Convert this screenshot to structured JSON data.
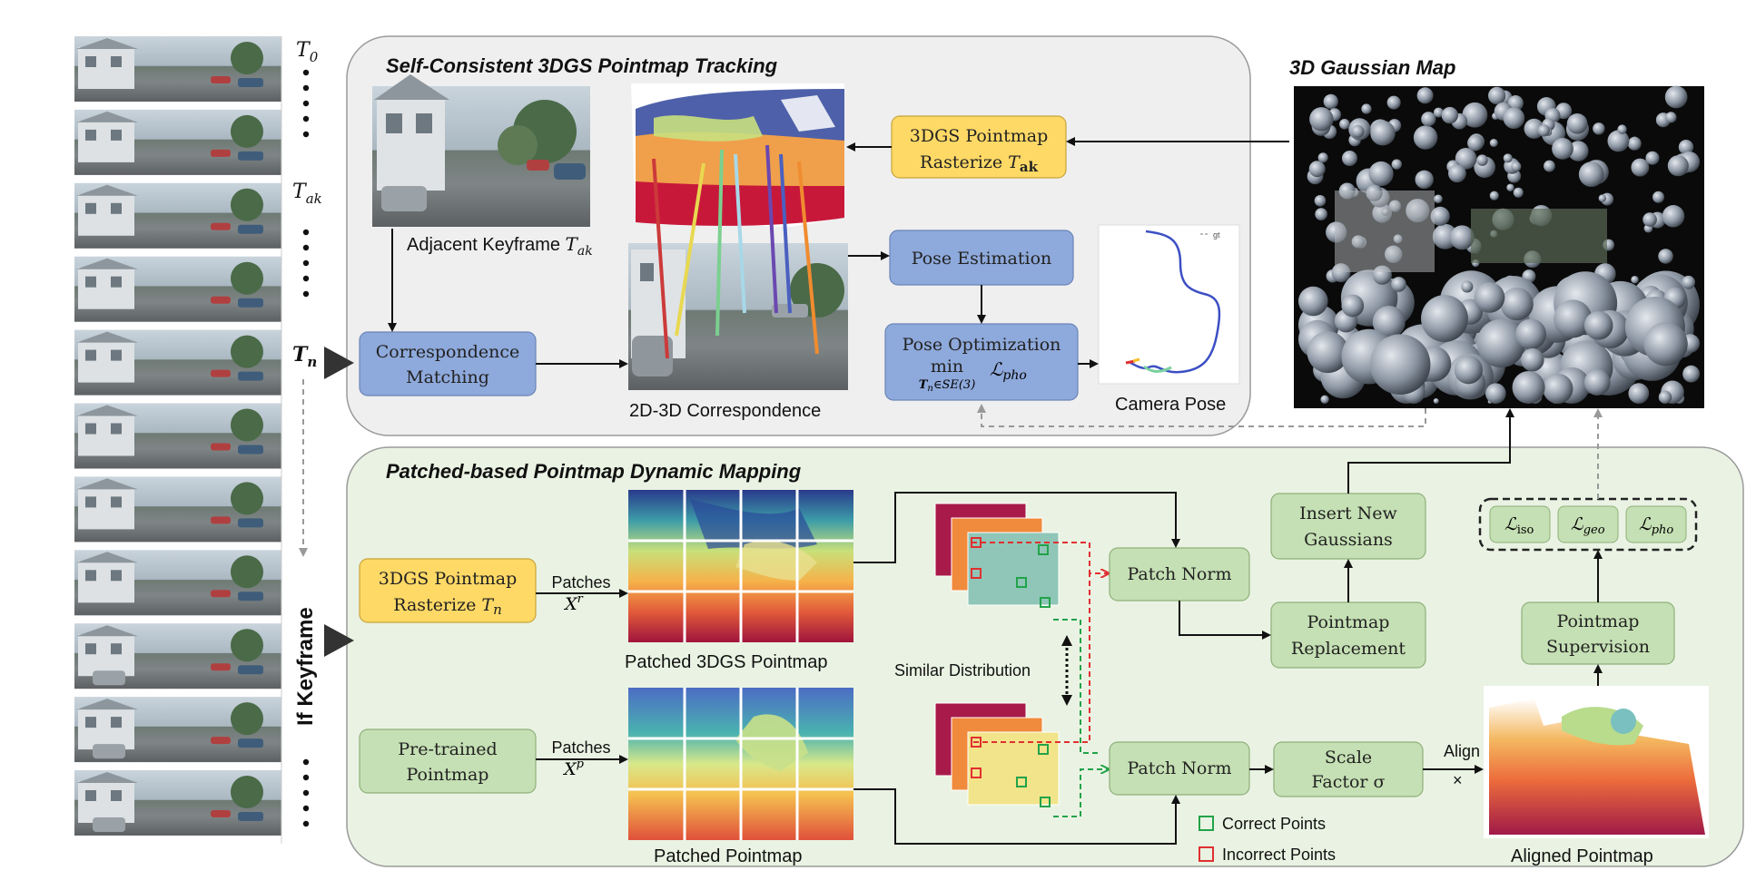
{
  "sections": {
    "tracking_title": "Self-Consistent 3DGS Pointmap Tracking",
    "mapping_title": "Patched-based Pointmap Dynamic Mapping",
    "gaussian_map_title": "3D Gaussian Map"
  },
  "frames": {
    "t0": "T",
    "t0_sub": "0",
    "tak": "T",
    "tak_sub": "ak",
    "tn": "T",
    "tn_sub": "n",
    "if_keyframe": "If  Keyframe"
  },
  "tracking": {
    "adjacent_keyframe": "Adjacent Keyframe ",
    "adjacent_keyframe_sym": "T",
    "adjacent_keyframe_sub": "ak",
    "rasterize_line1": "3DGS Pointmap",
    "rasterize_line2": "Rasterize ",
    "rasterize_sym": "T",
    "rasterize_sub": "ak",
    "correspondence_line1": "Correspondence",
    "correspondence_line2": "Matching",
    "correspondence_caption": "2D-3D Correspondence",
    "pose_estimation": "Pose Estimation",
    "pose_opt_line1": "Pose Optimization",
    "pose_opt_min": "min",
    "pose_opt_sub": "T",
    "pose_opt_sub2": "n",
    "pose_opt_sub3": "∈SE(3)",
    "pose_opt_loss": "ℒ",
    "pose_opt_loss_sub": "pho",
    "camera_pose_caption": "Camera Pose",
    "camera_pose_legend": "gt"
  },
  "mapping": {
    "rasterize_line1": "3DGS Pointmap",
    "rasterize_line2": "Rasterize ",
    "rasterize_sym": "T",
    "rasterize_sub": "n",
    "patches_top": "Patches",
    "patches_top_sym": "X",
    "patches_top_sup": "r",
    "patched_3dgs_caption": "Patched 3DGS Pointmap",
    "pretrained_line1": "Pre-trained",
    "pretrained_line2": "Pointmap",
    "patches_bottom": "Patches",
    "patches_bottom_sym": "X",
    "patches_bottom_sup": "p",
    "patched_pointmap_caption": "Patched Pointmap",
    "similar_distribution": "Similar Distribution",
    "patch_norm_top": "Patch Norm",
    "patch_norm_bottom": "Patch Norm",
    "insert_line1": "Insert New",
    "insert_line2": "Gaussians",
    "replacement_line1": "Pointmap",
    "replacement_line2": "Replacement",
    "scale_line1": "Scale",
    "scale_line2": "Factor σ",
    "align": "Align",
    "align_times": "×",
    "supervision_line1": "Pointmap",
    "supervision_line2": "Supervision",
    "aligned_caption": "Aligned Pointmap",
    "correct_points": "Correct Points",
    "incorrect_points": "Incorrect Points",
    "loss_iso": "iso",
    "loss_geo": "geo",
    "loss_pho": "pho",
    "loss_symbol": "ℒ"
  },
  "colors": {
    "blue_box": "#8ea9db",
    "yellow_box": "#ffd966",
    "green_box": "#c5e0b4",
    "tracking_panel": "#efefef",
    "mapping_panel": "#eaf3e3",
    "correct": "#22a34a",
    "incorrect": "#e03030"
  }
}
